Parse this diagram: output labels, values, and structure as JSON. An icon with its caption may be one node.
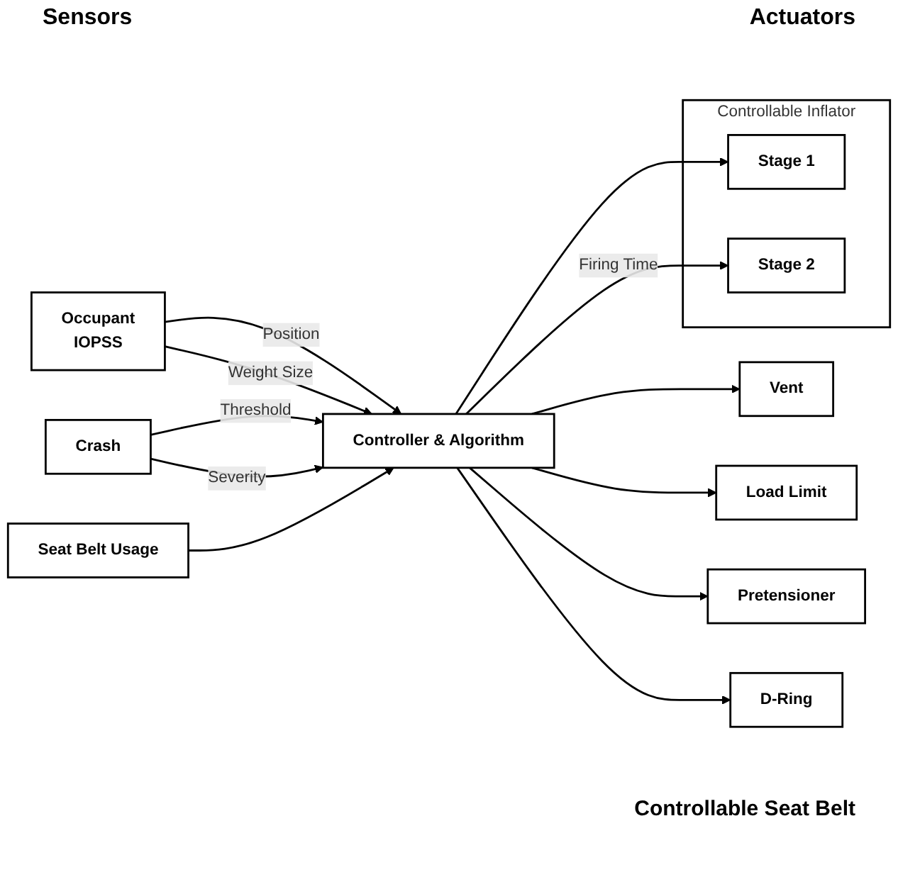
{
  "diagram": {
    "nodes": [
      {
        "text": [
          "Occupant",
          "IOPSS"
        ]
      },
      {
        "text": [
          "Crash"
        ]
      },
      {
        "text": [
          "Seat Belt Usage"
        ]
      },
      {
        "text": [
          "Controller & Algorithm"
        ]
      },
      {
        "text": [
          "Controllable Inflator"
        ]
      },
      {
        "text": [
          "Stage 1"
        ],
        "in": 4
      },
      {
        "text": [
          "Stage 2"
        ],
        "in": 4
      },
      {
        "text": [
          "Vent"
        ]
      },
      {
        "text": [
          "Load Limit"
        ]
      },
      {
        "text": [
          "Pretensioner"
        ]
      },
      {
        "text": [
          "D-Ring"
        ]
      }
    ],
    "edges": [
      {
        "from": 0,
        "to": 3,
        "arrow": "to",
        "label": "Position"
      },
      {
        "from": 0,
        "to": 3,
        "arrow": "to",
        "label": "Weight Size"
      },
      {
        "from": 1,
        "to": 3,
        "arrow": "to",
        "label": "Threshold"
      },
      {
        "from": 1,
        "to": 3,
        "arrow": "to",
        "label": "Severity"
      },
      {
        "from": 2,
        "to": 3,
        "arrow": "to"
      },
      {
        "from": 3,
        "to": 5,
        "arrow": "to"
      },
      {
        "from": 3,
        "to": 6,
        "arrow": "to",
        "label": "Firing Time"
      },
      {
        "from": 3,
        "to": 7,
        "arrow": "to"
      },
      {
        "from": 3,
        "to": 8,
        "arrow": "to"
      },
      {
        "from": 3,
        "to": 9,
        "arrow": "to"
      },
      {
        "from": 3,
        "to": 10,
        "arrow": "to"
      }
    ],
    "labels": [
      "Sensors",
      "Actuators",
      "Controllable Seat Belt"
    ]
  }
}
